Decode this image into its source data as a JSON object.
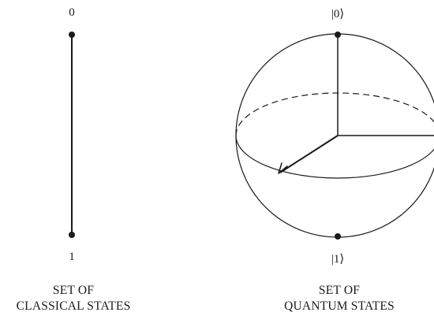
{
  "classical": {
    "top_label": "0",
    "bottom_label": "1",
    "caption_line1": "SET OF",
    "caption_line2": "CLASSICAL STATES"
  },
  "quantum": {
    "top_label": "|0⟩",
    "bottom_label": "|1⟩",
    "caption_line1": "SET OF",
    "caption_line2": "QUANTUM STATES"
  }
}
